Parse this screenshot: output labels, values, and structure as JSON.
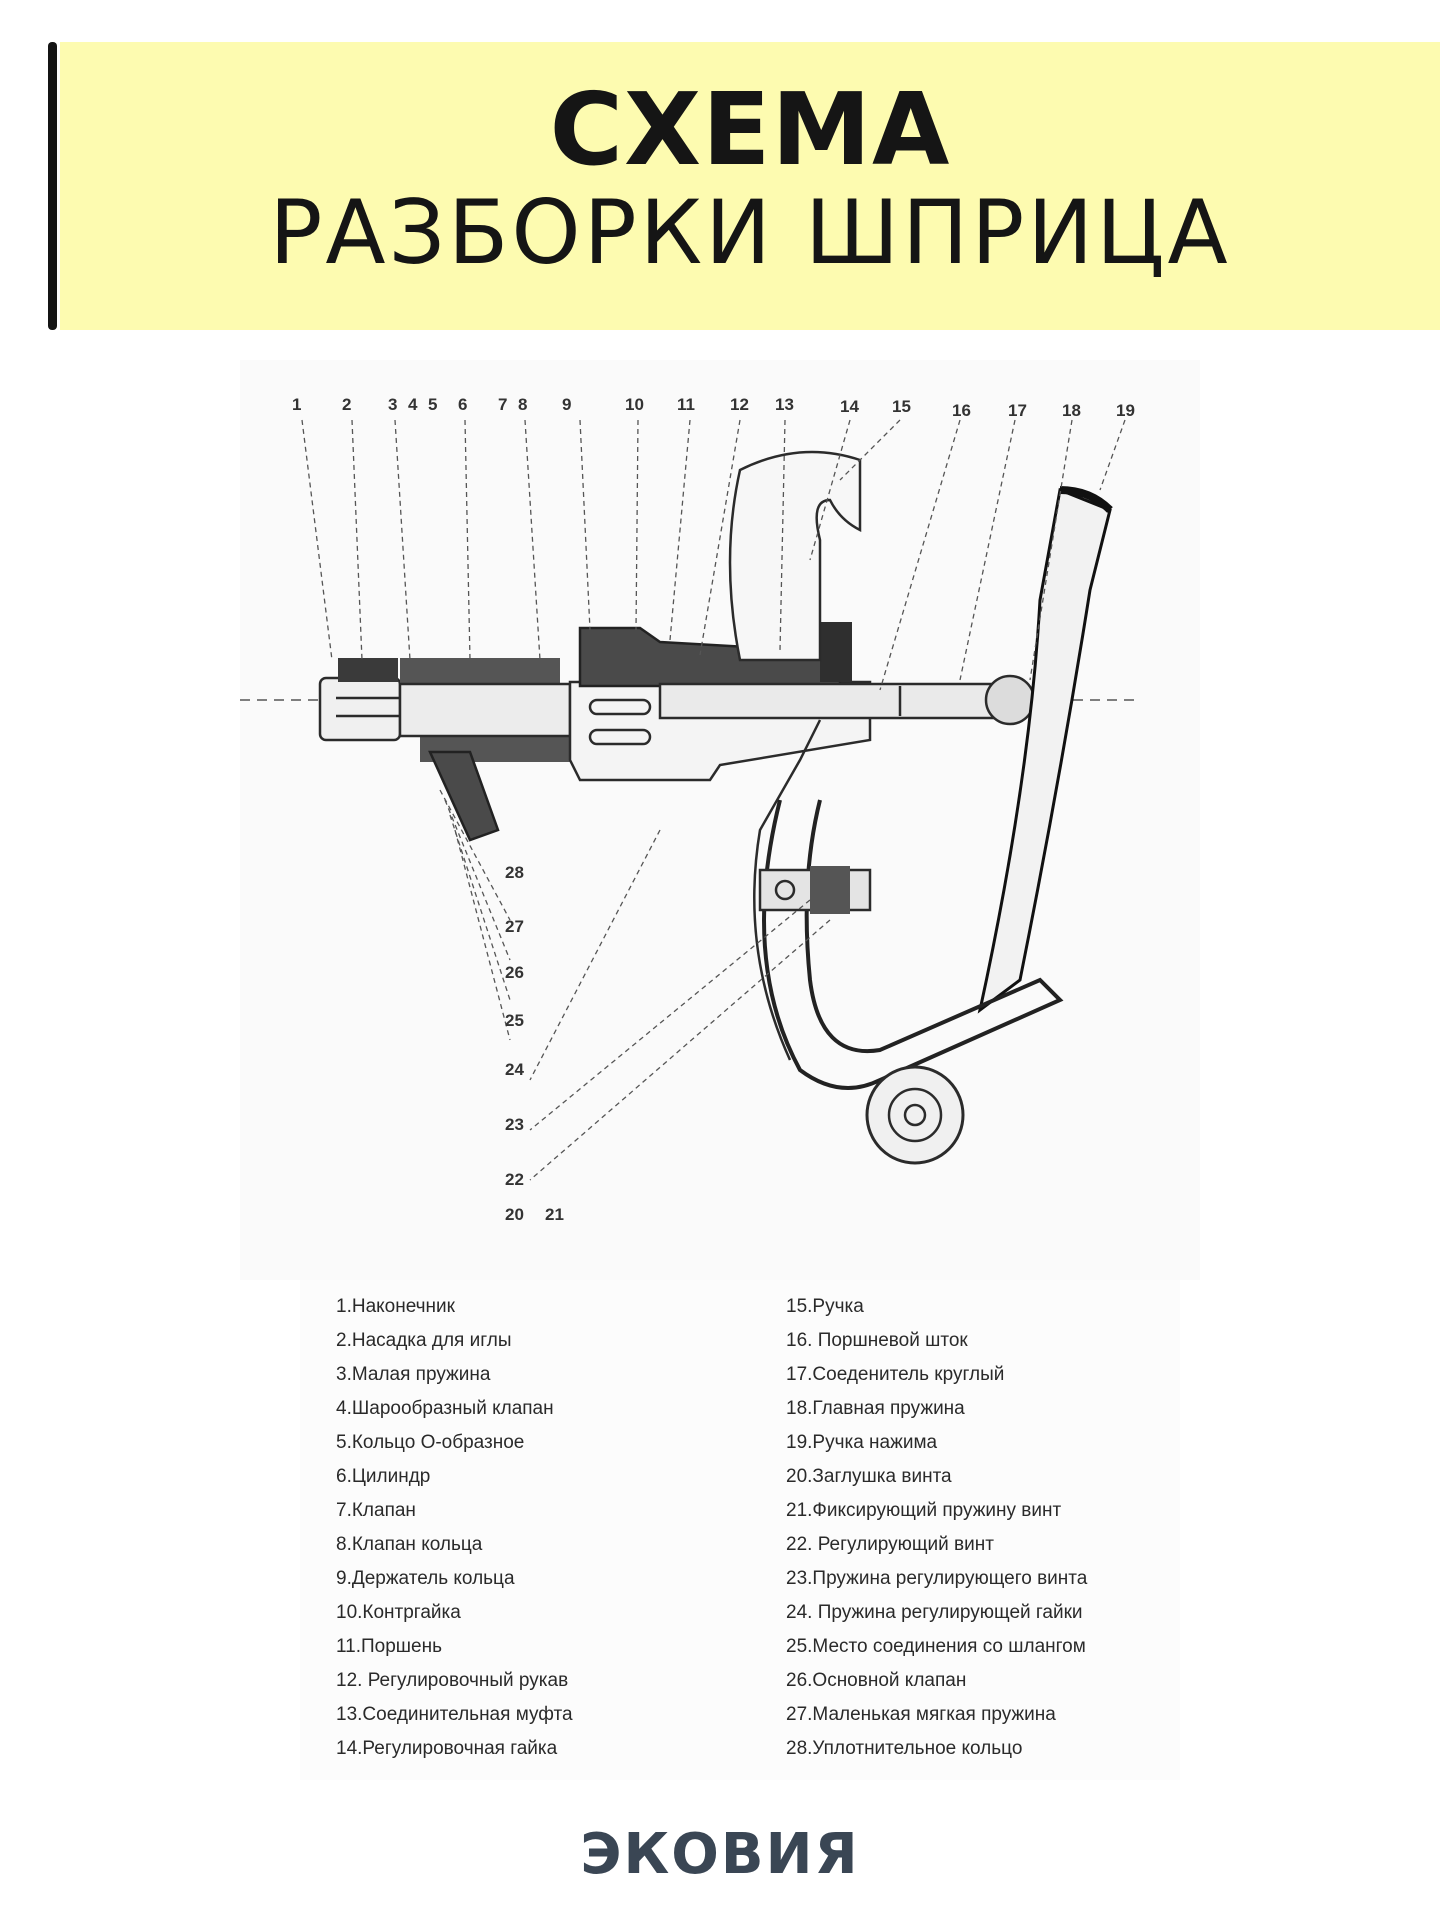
{
  "header": {
    "title_line1": "СХЕМА",
    "title_line2": "РАЗБОРКИ ШПРИЦА",
    "background_color": "#fdfbb0",
    "accent_color": "#141414"
  },
  "diagram": {
    "callouts_top": [
      "1",
      "2",
      "3",
      "4",
      "5",
      "6",
      "7",
      "8",
      "9",
      "10",
      "11",
      "12",
      "13",
      "14",
      "15",
      "16",
      "17",
      "18",
      "19"
    ],
    "callouts_side": [
      "28",
      "27",
      "26",
      "25",
      "24",
      "23",
      "22"
    ],
    "callouts_bottom": [
      "20",
      "21"
    ]
  },
  "legend": {
    "left": [
      "1.Наконечник",
      "2.Насадка для иглы",
      "3.Малая пружина",
      "4.Шарообразный клапан",
      "5.Кольцо О-образное",
      "6.Цилиндр",
      "7.Клапан",
      "8.Клапан кольца",
      "9.Держатель кольца",
      "10.Контргайка",
      "11.Поршень",
      "12. Регулировочный рукав",
      "13.Соединительная муфта",
      "14.Регулировочная гайка"
    ],
    "right": [
      "15.Ручка",
      "16. Поршневой шток",
      "17.Соеденитель круглый",
      "18.Главная пружина",
      "19.Ручка нажима",
      "20.Заглушка винта",
      "21.Фиксирующий пружину винт",
      "22. Регулирующий винт",
      "23.Пружина регулирующего винта",
      "24. Пружина регулирующей гайки",
      "25.Место соединения со шлангом",
      "26.Основной клапан",
      "27.Маленькая мягкая пружина",
      "28.Уплотнительное кольцо"
    ]
  },
  "footer": {
    "brand": "ЭКОВИЯ",
    "brand_color": "#3a4654"
  }
}
